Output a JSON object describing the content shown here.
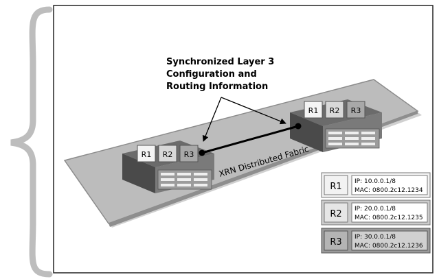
{
  "callout": {
    "line1": "Synchronized Layer 3",
    "line2": "Configuration and",
    "line3": "Routing Information"
  },
  "fabric_label": "XRN Distributed Fabric",
  "left_device": {
    "slots": [
      "R1",
      "R2",
      "R3"
    ]
  },
  "right_device": {
    "slots": [
      "R1",
      "R2",
      "R3"
    ]
  },
  "routers": [
    {
      "name": "R1",
      "ip": "IP: 10.0.0.1/8",
      "mac": "MAC: 0800.2c12.1234",
      "color": "#f2f2f2"
    },
    {
      "name": "R2",
      "ip": "IP: 20.0.0.1/8",
      "mac": "MAC: 0800.2c12.1235",
      "color": "#cccccc"
    },
    {
      "name": "R3",
      "ip": "IP: 30.0.0.1/8",
      "mac": "MAC: 0800.2c12.1236",
      "color": "#9a9a9a"
    }
  ]
}
